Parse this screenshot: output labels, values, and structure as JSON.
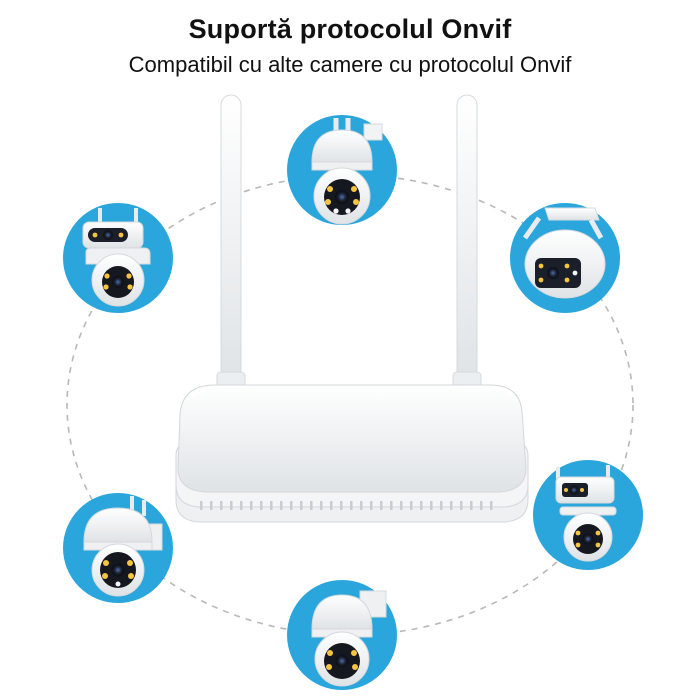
{
  "header": {
    "title": "Suportă protocolul Onvif",
    "subtitle": "Compatibil cu alte camere cu protocolul Onvif"
  },
  "colors": {
    "circle_fill": "#2aa6dc",
    "device_white": "#f4f5f6",
    "dashed_ring": "#b8b8b8"
  },
  "icons": {
    "center_device": "nvr-router-with-antennas",
    "satellites": [
      "ptz-camera-icon",
      "dual-lens-camera-icon",
      "wall-mount-camera-icon",
      "ptz-camera-icon",
      "dual-lens-camera-icon",
      "ptz-camera-icon"
    ]
  }
}
